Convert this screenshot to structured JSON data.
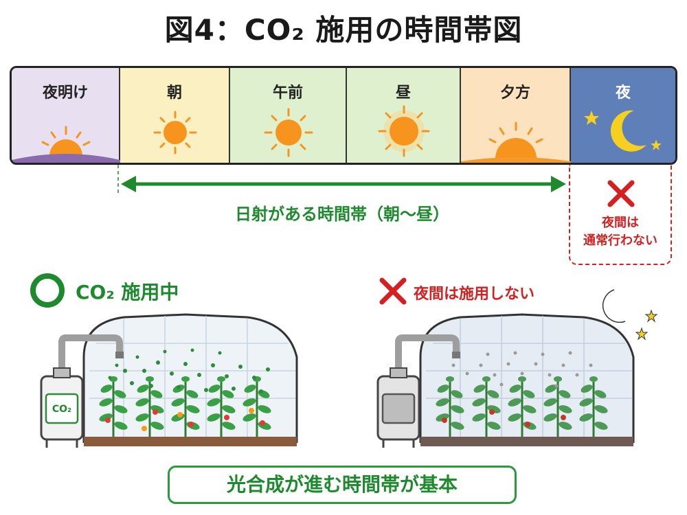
{
  "title": "図4：CO₂ 施用の時間帯図",
  "timeline": {
    "segments": [
      {
        "label": "夜明け",
        "bg": "#e8dff0",
        "icon": "rising-sun-icon"
      },
      {
        "label": "朝",
        "bg": "#fbf0c2",
        "icon": "sun-icon"
      },
      {
        "label": "午前",
        "bg": "#def0cd",
        "icon": "sun-icon"
      },
      {
        "label": "昼",
        "bg": "#def0cd",
        "icon": "sun-icon"
      },
      {
        "label": "夕方",
        "bg": "#fde2bf",
        "icon": "setting-sun-icon"
      },
      {
        "label": "夜",
        "bg": "#5e7fb8",
        "icon": "moon-icon"
      }
    ]
  },
  "daylight_label": "日射がある時間帯（朝〜昼）",
  "night_note": {
    "line1": "夜間は",
    "line2": "通常行わない"
  },
  "left_panel": {
    "heading": "CO₂ 施用中",
    "tank_label": "CO₂"
  },
  "right_panel": {
    "heading": "夜間は施用しない"
  },
  "bottom_caption": "光合成が進む時間帯が基本",
  "colors": {
    "green": "#1e8a2e",
    "red": "#d42020",
    "sun": "#f7941d",
    "moon": "#f5d020"
  }
}
